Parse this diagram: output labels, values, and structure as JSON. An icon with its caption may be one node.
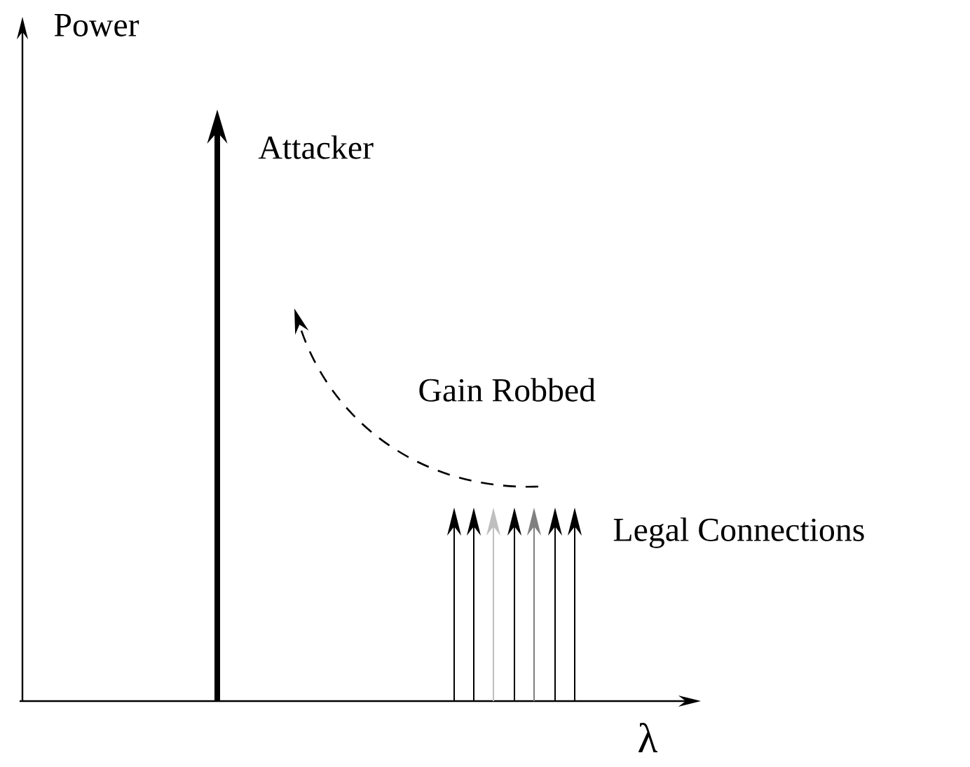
{
  "diagram": {
    "labels": [
      "Power",
      "Attacker",
      "Gain Robbed",
      "Legal Connections",
      "λ"
    ]
  }
}
